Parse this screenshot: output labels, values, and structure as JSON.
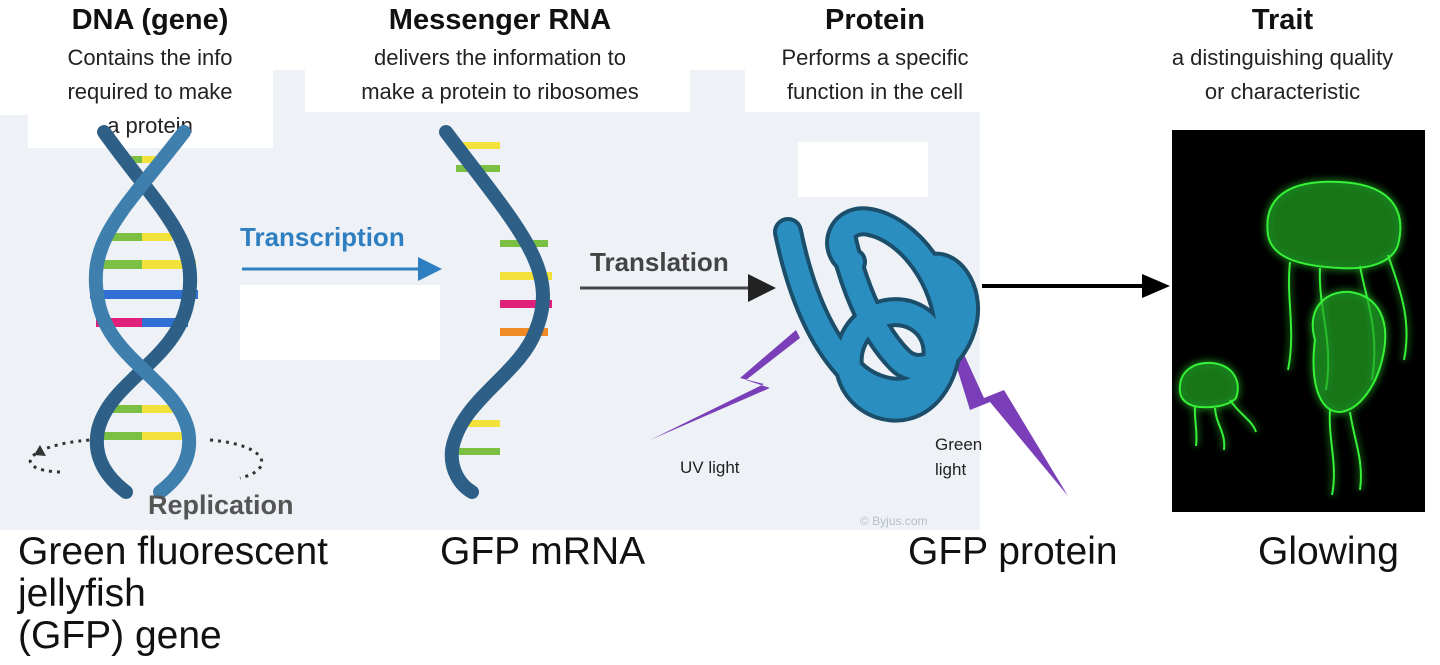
{
  "columns": [
    {
      "heading": "DNA (gene)",
      "description": [
        "Contains the info",
        "required to make",
        "a protein"
      ],
      "caption": [
        "Green fluorescent",
        "jellyfish",
        "(GFP) gene"
      ]
    },
    {
      "heading": "Messenger RNA",
      "description": [
        "delivers the information to",
        "make a protein to ribosomes"
      ],
      "caption": [
        "GFP mRNA"
      ]
    },
    {
      "heading": "Protein",
      "description": [
        "Performs a specific",
        "function in the cell"
      ],
      "caption": [
        "GFP protein"
      ]
    },
    {
      "heading": "Trait",
      "description": [
        "a distinguishing quality",
        "or characteristic"
      ],
      "caption": [
        "Glowing"
      ]
    }
  ],
  "processes": {
    "transcription": "Transcription",
    "translation": "Translation",
    "replication": "Replication"
  },
  "light_labels": {
    "uv": "UV light",
    "green": [
      "Green",
      "light"
    ]
  },
  "watermark": "© Byjus.com",
  "colors": {
    "helix_strand": "#2e5f86",
    "transcription_arrow": "#2d7fc1",
    "protein_blue": "#2a8fc0",
    "lightning_purple": "#7a3fb8",
    "jellyfish_green": "#39ff3a",
    "base_green": "#7bc043",
    "base_yellow": "#f2e23a",
    "base_blue": "#2f6fd6",
    "base_pink": "#e0207a",
    "base_orange": "#f08a24"
  }
}
